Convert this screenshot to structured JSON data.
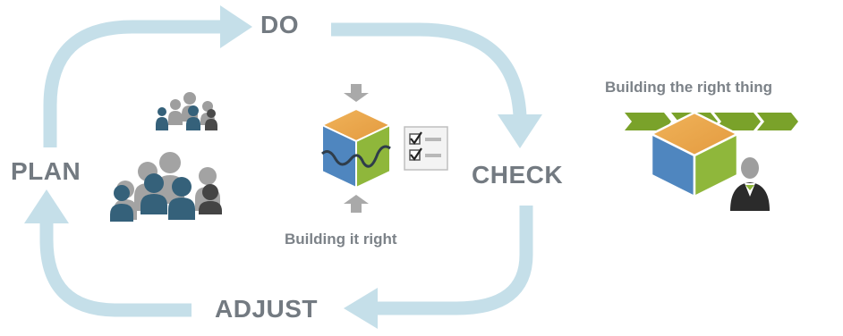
{
  "cycle": {
    "steps": [
      "PLAN",
      "DO",
      "CHECK",
      "ADJUST"
    ]
  },
  "center": {
    "caption": "Building it right"
  },
  "right": {
    "caption": "Building the right thing"
  },
  "colors": {
    "arrow": "#c5dfe9",
    "label": "#737a81",
    "cube_top": "#e7a54b",
    "cube_left": "#4f86bf",
    "cube_right": "#8fb73b",
    "chevron": "#7aa22a",
    "people_dark": "#365c72",
    "people_gray": "#9a9a9a"
  },
  "icons": [
    "people-group-icon",
    "cube-icon",
    "checklist-icon",
    "chevron-arrow-icon",
    "businessman-icon"
  ]
}
